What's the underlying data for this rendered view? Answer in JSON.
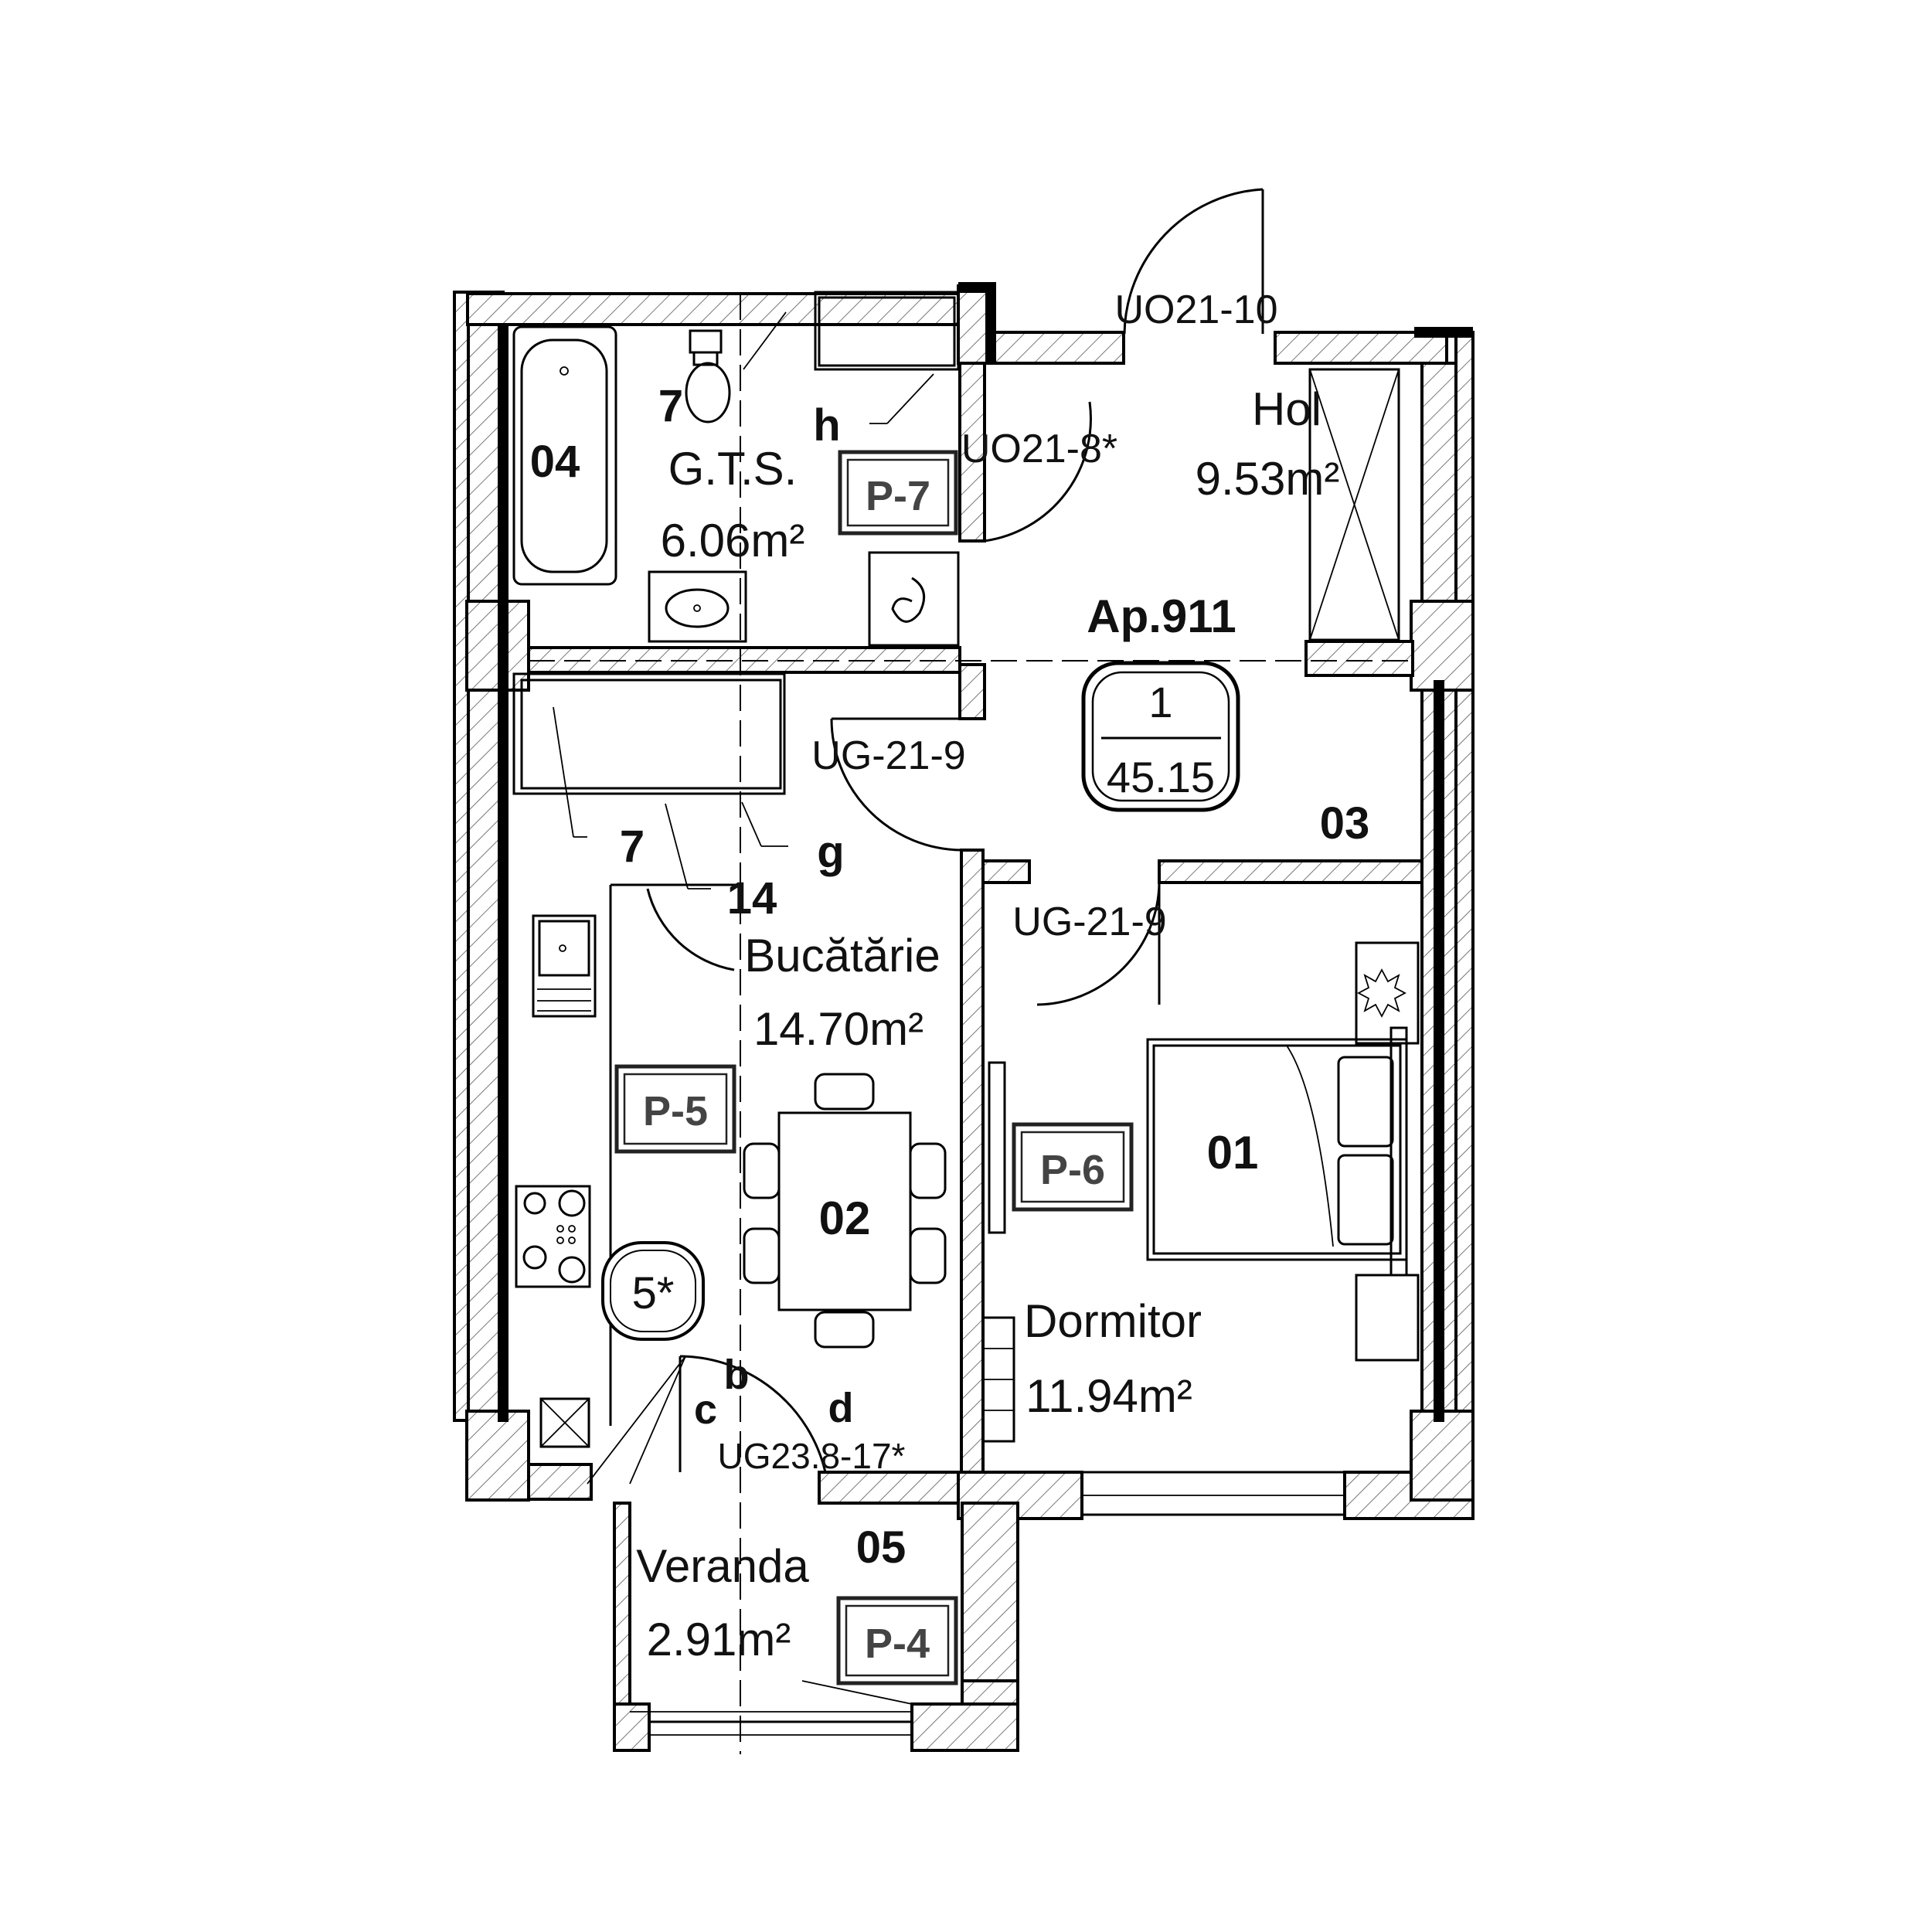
{
  "apartment": {
    "name": "Ap.911",
    "badge_number": "1",
    "badge_area": "45.15"
  },
  "rooms": {
    "bedroom": {
      "code": "01",
      "name": "Dormitor",
      "area": "11.94m²",
      "tag": "P-6"
    },
    "kitchen": {
      "code": "02",
      "name": "Bucătărie",
      "area": "14.70m²",
      "tag": "P-5"
    },
    "hall": {
      "code": "03",
      "name": "Hol",
      "area": "9.53m²"
    },
    "bathroom": {
      "code": "04",
      "name": "G.T.S.",
      "area": "6.06m²",
      "tag": "P-7"
    },
    "veranda": {
      "code": "05",
      "name": "Veranda",
      "area": "2.91m²",
      "tag": "P-4"
    }
  },
  "doors": {
    "entrance": "UO21-10",
    "bathroom": "UO21-8*",
    "kitchen": "UG-21-9",
    "bedroom": "UG-21-9",
    "veranda": "UG23.8-17*"
  },
  "markers": {
    "bath_seven": "7",
    "bath_h": "h",
    "kitchen_seven": "7",
    "kitchen_g": "g",
    "kitchen_fourteen": "14",
    "kitchen_circle": "5*",
    "kitchen_b": "b",
    "kitchen_c": "c",
    "kitchen_d": "d"
  }
}
